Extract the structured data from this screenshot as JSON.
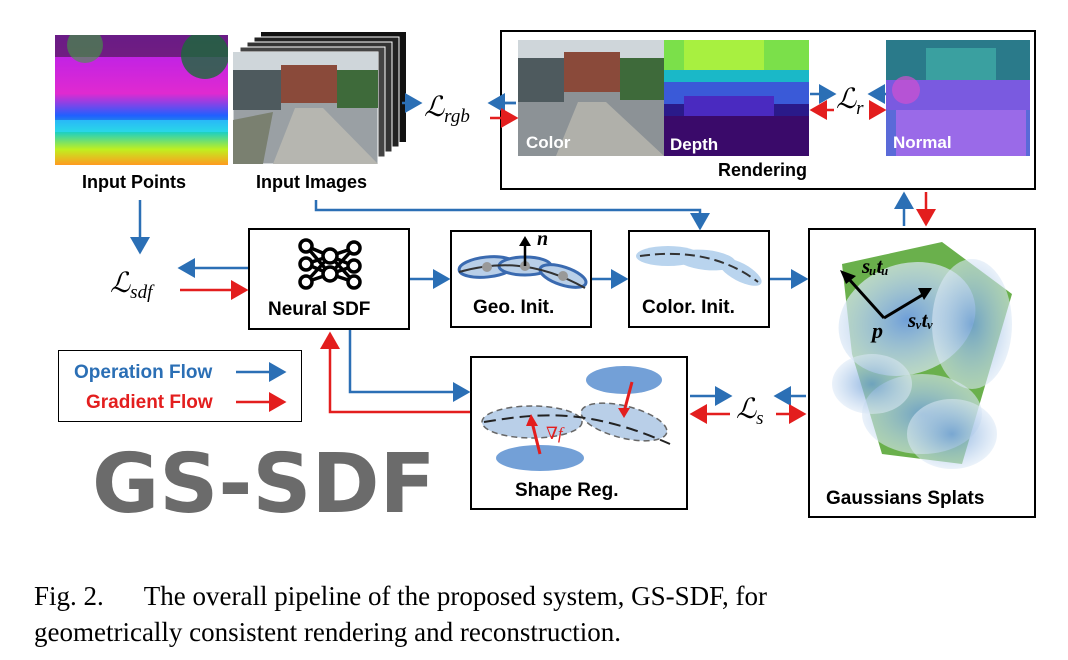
{
  "inputs": {
    "points_label": "Input Points",
    "images_label": "Input Images"
  },
  "rendering": {
    "title": "Rendering",
    "color_label": "Color",
    "depth_label": "Depth",
    "normal_label": "Normal"
  },
  "losses": {
    "rgb_main": "ℒ",
    "rgb_sub": "rgb",
    "r_main": "ℒ",
    "r_sub": "r",
    "sdf_main": "ℒ",
    "sdf_sub": "sdf",
    "s_main": "ℒ",
    "s_sub": "s"
  },
  "modules": {
    "neural_sdf": "Neural SDF",
    "geo_init": "Geo. Init.",
    "color_init": "Color. Init.",
    "shape_reg": "Shape Reg.",
    "gaussians_splats": "Gaussians Splats"
  },
  "symbols": {
    "normal_n": "n",
    "grad_f": "∇f",
    "su_tu": "sᵤtᵤ",
    "sv_tv": "sᵥtᵥ",
    "p": "p"
  },
  "legend": {
    "operation": "Operation Flow",
    "gradient": "Gradient Flow"
  },
  "logo_text": "GS-SDF",
  "caption": {
    "line1": "Fig. 2.      The overall pipeline of the proposed system, GS-SDF, for",
    "line2": "geometrically consistent rendering and reconstruction."
  },
  "colors": {
    "operation_flow": "#2b6fb5",
    "gradient_flow": "#e31e1e",
    "logo": "#6b6b6b"
  }
}
